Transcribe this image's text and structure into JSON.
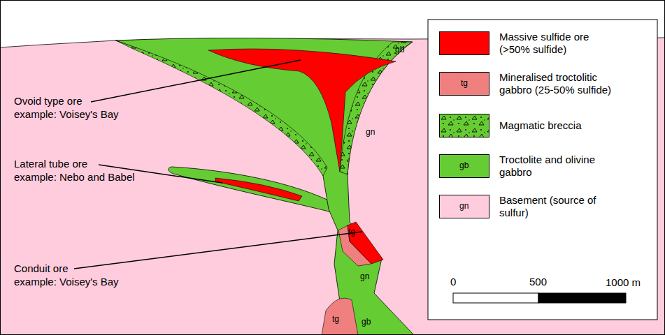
{
  "diagram": {
    "labels": [
      "Ovoid type ore",
      "example: Voisey's Bay",
      "Lateral tube ore",
      "example: Nebo and Babel",
      "Conduit ore",
      "example: Voisey's Bay",
      "gb",
      "gn",
      "tg",
      "gn",
      "tg",
      "gb",
      "tg",
      "gb",
      "gn",
      "0",
      "500",
      "1000 m"
    ],
    "legend": [
      {
        "text": "Massive sulfide ore (>50% sulfide)",
        "color": "#ff0000"
      },
      {
        "text": "Mineralised troctolitic gabbro (25-50% sulfide)",
        "color": "#f08080"
      },
      {
        "text": "Magmatic breccia"
      },
      {
        "text": "Troctolite and olivine gabbro",
        "color": "#66cc33"
      },
      {
        "text": "Basement (source of sulfur)",
        "color": "#ffccdd"
      }
    ]
  }
}
